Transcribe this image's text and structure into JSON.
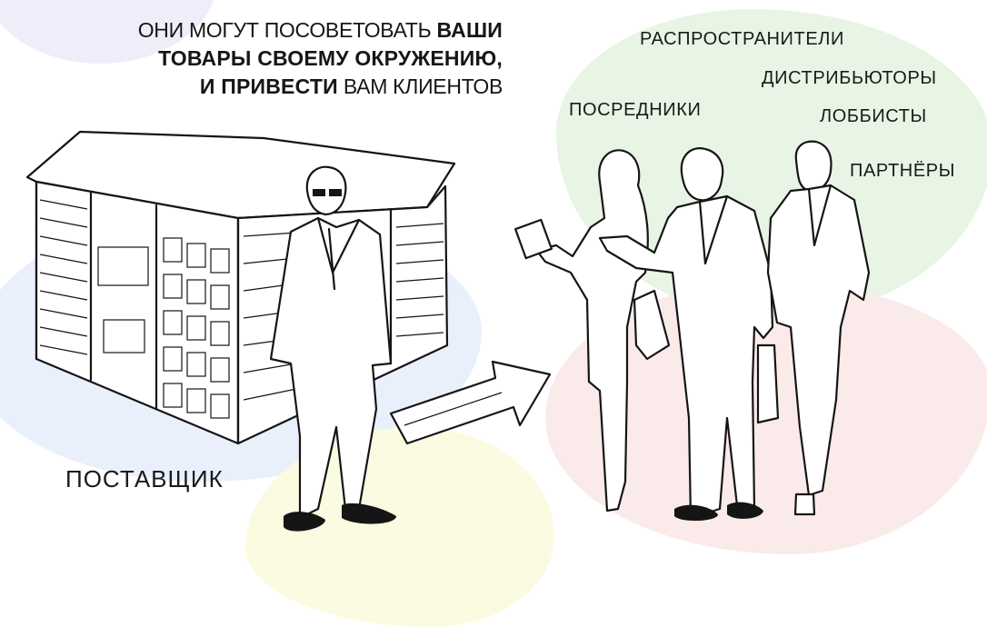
{
  "headline": {
    "line1_regular": "ОНИ МОГУТ ПОСОВЕТОВАТЬ",
    "line1_bold": "ВАШИ",
    "line2_bold": "ТОВАРЫ СВОЕМУ ОКРУЖЕНИЮ,",
    "line3_bold": "И ПРИВЕСТИ",
    "line3_regular": "ВАМ КЛИЕНТОВ"
  },
  "supplier_label": "ПОСТАВЩИК",
  "intermediary_labels": [
    "РАСПРОСТРАНИТЕЛИ",
    "ДИСТРИБЬЮТОРЫ",
    "ПОСРЕДНИКИ",
    "ЛОББИСТЫ",
    "ПАРТНЁРЫ"
  ],
  "colors": {
    "ink": "#151515",
    "blob_purple": "#f1ecfa",
    "blob_blue": "#e9effb",
    "blob_yellow": "#fbfbe2",
    "blob_green": "#e8f4e4",
    "blob_pink": "#fbeaea"
  }
}
